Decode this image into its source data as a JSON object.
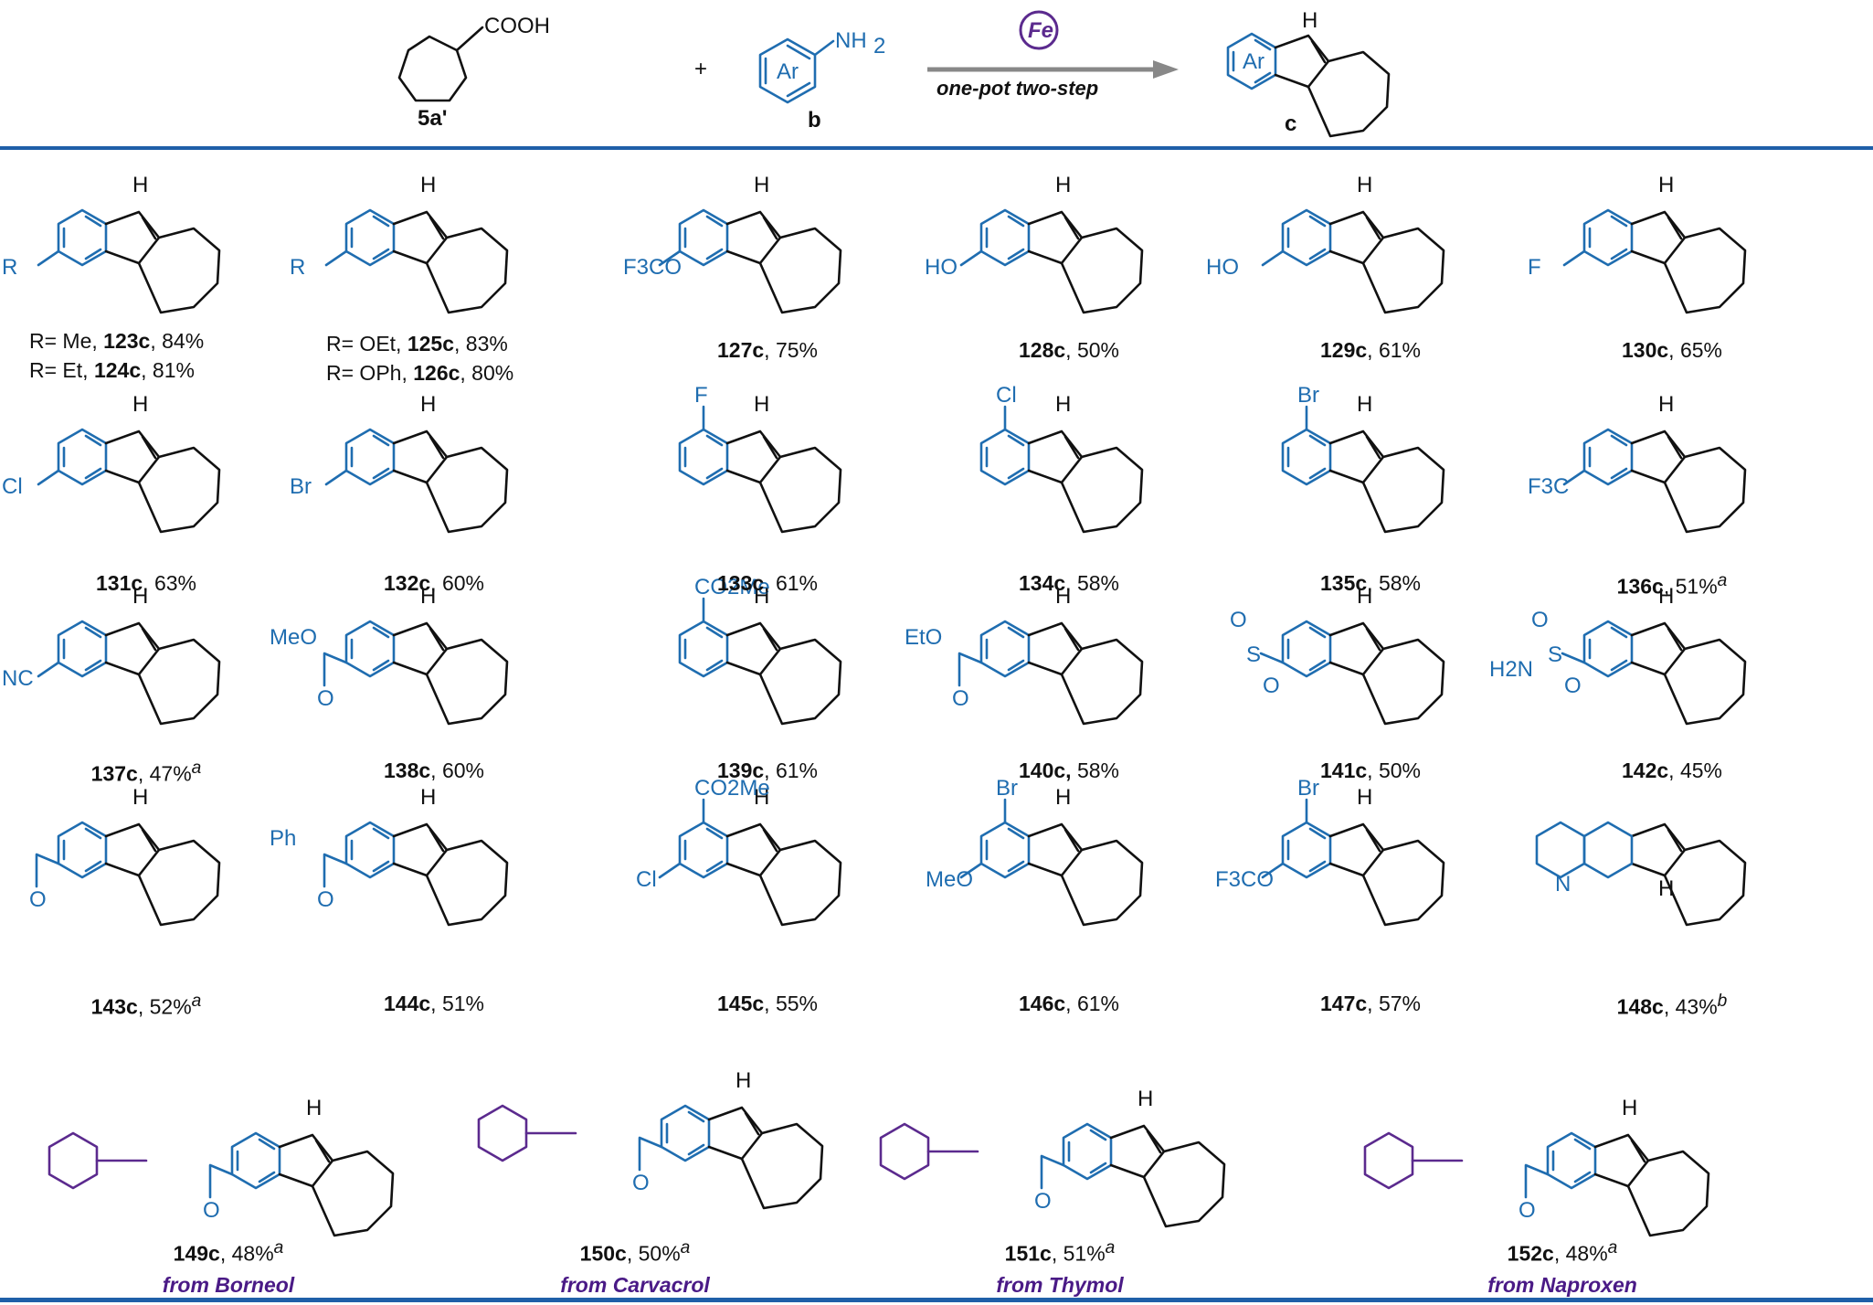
{
  "header": {
    "reactant1_id": "5a'",
    "reactant1_group": "COOH",
    "plus": "+",
    "reactant2_id": "b",
    "reactant2_group": "NH",
    "reactant2_group_sub": "2",
    "ar_label": "Ar",
    "catalyst": "Fe",
    "conditions": "one-pot two-step",
    "product_id": "c",
    "nh_label": "H"
  },
  "substituents": {
    "r": "R",
    "f3co": "F3CO",
    "ho": "HO",
    "f": "F",
    "cl": "Cl",
    "br": "Br",
    "f3c": "F3C",
    "nc": "NC",
    "meo": "MeO",
    "eto": "EtO",
    "co2me": "CO2Me",
    "h2n": "H2N",
    "ph": "Ph",
    "o": "O",
    "s": "S",
    "n": "N",
    "h": "H"
  },
  "entries": [
    {
      "lines": [
        {
          "prefix": "R= Me, ",
          "id": "123c",
          "suffix": ", 84%"
        },
        {
          "prefix": "R= Et, ",
          "id": "124c",
          "suffix": ", 81%"
        }
      ]
    },
    {
      "lines": [
        {
          "prefix": "R= OEt, ",
          "id": "125c",
          "suffix": ", 83%"
        },
        {
          "prefix": "R= OPh, ",
          "id": "126c",
          "suffix": ", 80%"
        }
      ]
    },
    {
      "id": "127c",
      "yield": ", 75%"
    },
    {
      "id": "128c",
      "yield": ", 50%"
    },
    {
      "id": "129c",
      "yield": ", 61%"
    },
    {
      "id": "130c",
      "yield": ", 65%"
    },
    {
      "id": "131c",
      "yield": ", 63%"
    },
    {
      "id": "132c",
      "yield": ", 60%"
    },
    {
      "id": "133c",
      "yield": ", 61%"
    },
    {
      "id": "134c",
      "yield": ", 58%"
    },
    {
      "id": "135c",
      "yield": ", 58%"
    },
    {
      "id": "136c",
      "yield": ", 51%",
      "note": "a"
    },
    {
      "id": "137c",
      "yield": ", 47%",
      "note": "a"
    },
    {
      "id": "138c",
      "yield": ", 60%"
    },
    {
      "id": "139c",
      "yield": ", 61%"
    },
    {
      "id": "140c,",
      "yield": " 58%"
    },
    {
      "id": "141c",
      "yield": ", 50%"
    },
    {
      "id": "142c",
      "yield": ", 45%"
    },
    {
      "id": "143c",
      "yield": ", 52%",
      "note": "a"
    },
    {
      "id": "144c",
      "yield": ", 51%"
    },
    {
      "id": "145c",
      "yield": ", 55%"
    },
    {
      "id": "146c",
      "yield": ", 61%"
    },
    {
      "id": "147c",
      "yield": ", 57%"
    },
    {
      "id": "148c",
      "yield": ", 43%",
      "note": "b"
    },
    {
      "id": "149c",
      "yield": ", 48%",
      "note": "a",
      "source": "from Borneol"
    },
    {
      "id": "150c",
      "yield": ", 50%",
      "note": "a",
      "source": "from Carvacrol"
    },
    {
      "id": "151c",
      "yield": ", 51%",
      "note": "a",
      "source": "from Thymol"
    },
    {
      "id": "152c",
      "yield": ", 48%",
      "note": "a",
      "source": "from Naproxen"
    }
  ],
  "colors": {
    "core": "#111111",
    "substituent": "#1f6db0",
    "natural_product": "#5b2a8e",
    "rule": "#1f5fa8",
    "arrow": "#888888"
  }
}
